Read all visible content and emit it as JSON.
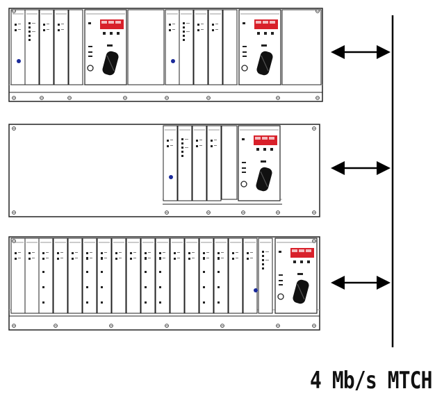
{
  "bus": {
    "label": "4 Mb/s MTCH"
  },
  "racks": [
    {
      "id": "rack-top"
    },
    {
      "id": "rack-middle"
    },
    {
      "id": "rack-bottom"
    }
  ]
}
